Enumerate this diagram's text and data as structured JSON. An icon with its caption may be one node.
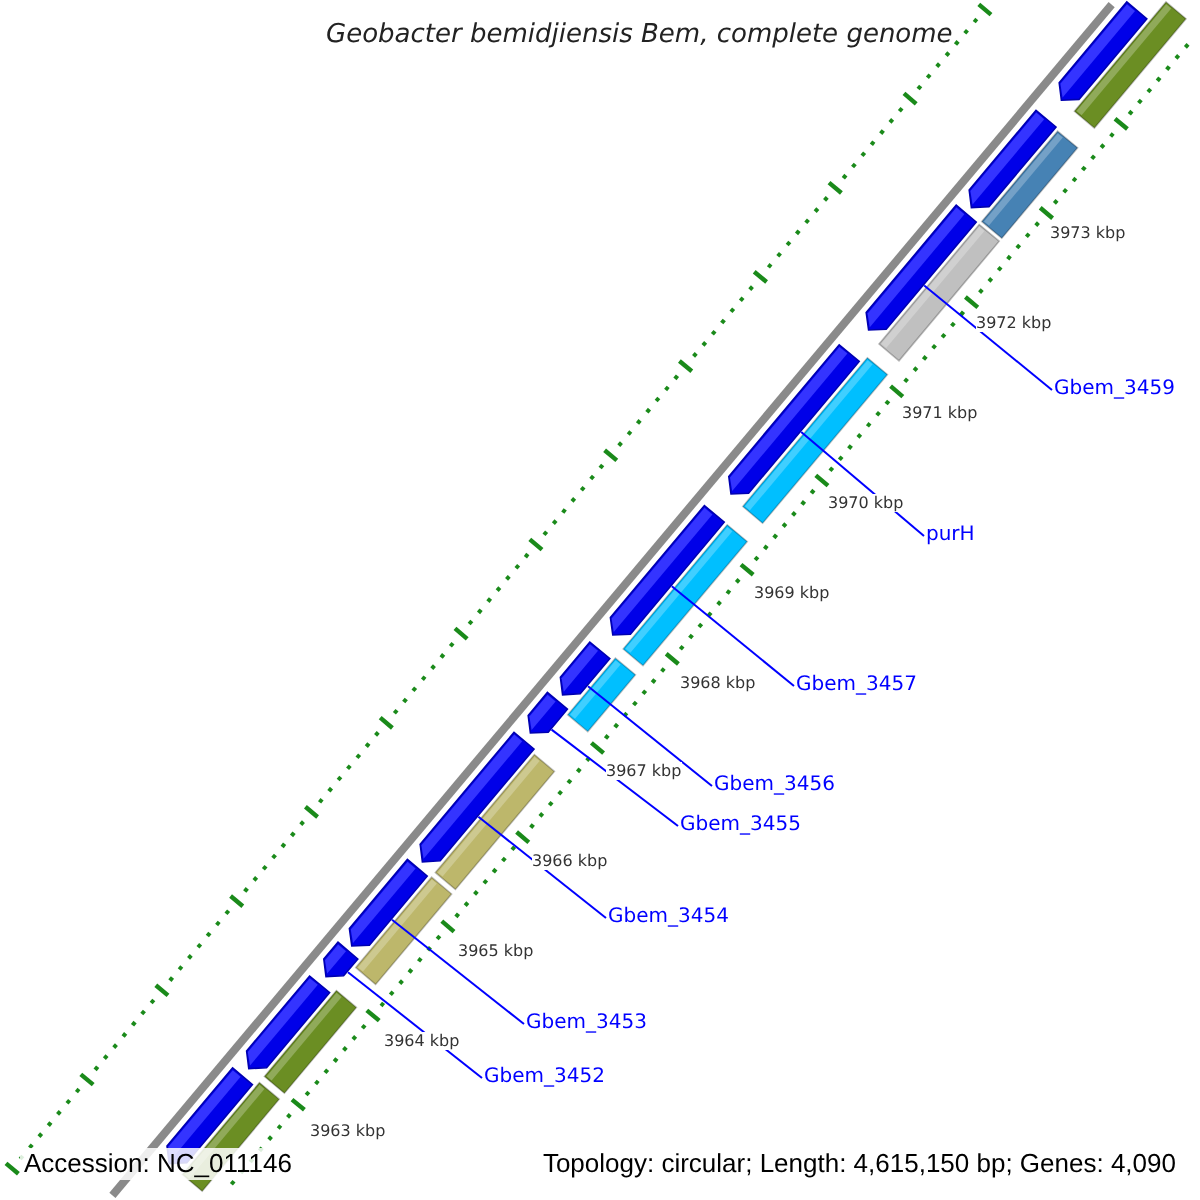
{
  "diagram": {
    "title": "Geobacter bemidjiensis Bem, complete genome",
    "nodes": [
      {
        "text": [
          "Gbem_3459"
        ]
      },
      {
        "text": [
          "purH"
        ]
      },
      {
        "text": [
          "Gbem_3457"
        ]
      },
      {
        "text": [
          "Gbem_3456"
        ]
      },
      {
        "text": [
          "Gbem_3455"
        ]
      },
      {
        "text": [
          "Gbem_3454"
        ]
      },
      {
        "text": [
          "Gbem_3453"
        ]
      },
      {
        "text": [
          "Gbem_3452"
        ]
      },
      {
        "text": [],
        "shape": "arrow"
      },
      {
        "text": [],
        "shape": "arrow"
      },
      {
        "text": [],
        "shape": "arrow"
      },
      {
        "text": [],
        "shape": "arrow"
      },
      {
        "text": [],
        "shape": "arrow"
      },
      {
        "text": [],
        "shape": "arrow"
      },
      {
        "text": [],
        "shape": "arrow"
      },
      {
        "text": [],
        "shape": "arrow"
      },
      {
        "text": [],
        "shape": "arrow"
      },
      {
        "text": [],
        "shape": "arrow"
      },
      {
        "text": [],
        "shape": "arrow"
      },
      {
        "text": [],
        "shape": "arrow"
      }
    ],
    "edges": [
      {
        "from": 0,
        "to": 17,
        "arrow": "none"
      },
      {
        "from": 1,
        "to": 16,
        "arrow": "none"
      },
      {
        "from": 2,
        "to": 15,
        "arrow": "none"
      },
      {
        "from": 3,
        "to": 14,
        "arrow": "none"
      },
      {
        "from": 4,
        "to": 13,
        "arrow": "none"
      },
      {
        "from": 5,
        "to": 12,
        "arrow": "none"
      },
      {
        "from": 6,
        "to": 11,
        "arrow": "none"
      },
      {
        "from": 7,
        "to": 10,
        "arrow": "none"
      }
    ],
    "labels": [
      "3973 kbp",
      "3972 kbp",
      "3971 kbp",
      "3970 kbp",
      "3969 kbp",
      "3968 kbp",
      "3967 kbp",
      "3966 kbp",
      "3965 kbp",
      "3964 kbp",
      "3963 kbp",
      "Accession: NC_011146",
      "Topology: circular; Length: 4,615,150 bp; Genes: 4,090"
    ]
  }
}
